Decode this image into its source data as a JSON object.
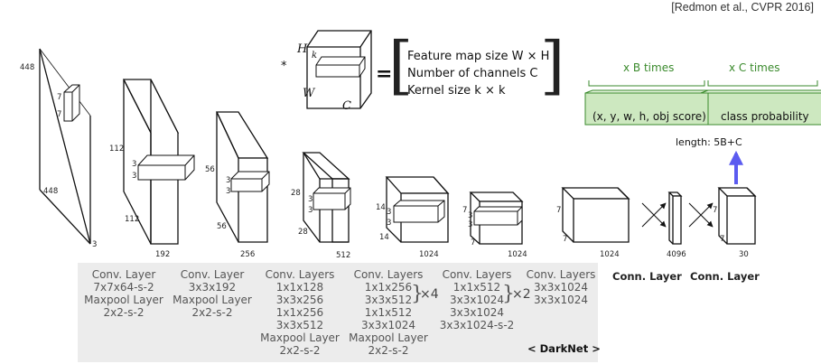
{
  "citation": "[Redmon et al., CVPR 2016]",
  "legend": {
    "star": "*",
    "equals": "=",
    "line1": "Feature map size W × H",
    "line2": "Number of channels C",
    "line3": "Kernel size k × k",
    "cube_labels": {
      "h": "H",
      "k": "k",
      "w": "W",
      "c": "C"
    }
  },
  "output_vector": {
    "b_times": "x B times",
    "c_times": "x C times",
    "box_part": "(x, y, w, h, obj score)",
    "class_part": "class probability",
    "length": "length: 5B+C",
    "green_color": "#3a8a2c",
    "box_fill": "#cde8c0",
    "arrow_color": "#5b5bf0"
  },
  "blocks": {
    "input": {
      "size_top": "448",
      "size_side": "448",
      "depth": "3",
      "k1": "7",
      "k2": "7"
    },
    "b1": {
      "size_top": "112",
      "size_side": "112",
      "depth": "192",
      "k1": "3",
      "k2": "3"
    },
    "b2": {
      "size_top": "56",
      "size_side": "56",
      "depth": "256",
      "k1": "3",
      "k2": "3"
    },
    "b3": {
      "size_top": "28",
      "size_side": "28",
      "depth": "512",
      "k1": "3",
      "k2": "3"
    },
    "b4": {
      "size_top": "14",
      "size_side": "14",
      "depth": "1024",
      "k1": "3",
      "k2": "3"
    },
    "b5": {
      "size_top": "7",
      "size_side": "7",
      "depth": "1024",
      "k1": "3",
      "k2": "3"
    },
    "b6": {
      "size_top": "7",
      "size_side": "7",
      "depth": "1024"
    },
    "fc": {
      "depth": "4096"
    },
    "out": {
      "size_top": "7",
      "size_side": "7",
      "depth": "30"
    }
  },
  "captions": {
    "c1": "Conv. Layer\n7x7x64-s-2\nMaxpool Layer\n2x2-s-2",
    "c2": "Conv. Layer\n3x3x192\nMaxpool Layer\n2x2-s-2",
    "c3": "Conv. Layers\n1x1x128\n3x3x256\n1x1x256\n3x3x512\nMaxpool Layer\n2x2-s-2",
    "c4": "Conv. Layers\n1x1x256\n3x3x512\n1x1x512\n3x3x1024\nMaxpool Layer\n2x2-s-2",
    "c4_mult": "×4",
    "c5": "Conv. Layers\n1x1x512\n3x3x1024\n3x3x1024\n3x3x1024-s-2",
    "c5_mult": "×2",
    "c6": "Conv. Layers\n3x3x1024\n3x3x1024",
    "c7": "Conn. Layer",
    "c8": "Conn. Layer",
    "darknet": "< DarkNet >"
  }
}
